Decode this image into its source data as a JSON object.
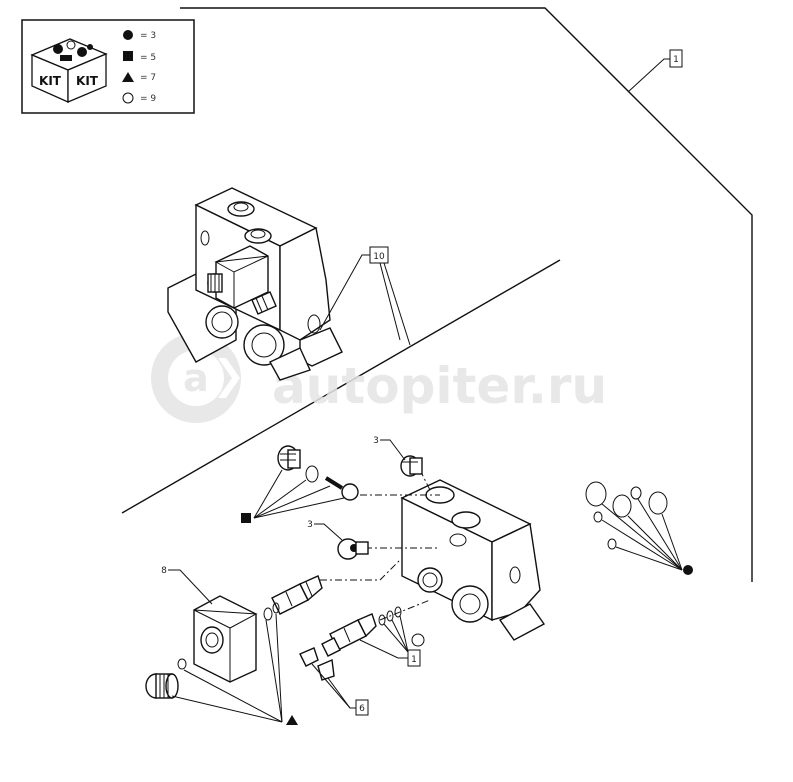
{
  "legend": {
    "kit_text_left": "KIT",
    "kit_text_right": "KIT",
    "items": [
      {
        "symbol": "filled-circle",
        "value": "= 3"
      },
      {
        "symbol": "filled-square",
        "value": "= 5"
      },
      {
        "symbol": "filled-triangle",
        "value": "= 7"
      },
      {
        "symbol": "open-circle",
        "value": "= 9"
      }
    ]
  },
  "callouts": {
    "assembly": "1",
    "mounting": "10",
    "plug_top": "3",
    "plug_mid": "3",
    "solenoid": "8",
    "cartridge": "1",
    "clip": "6"
  },
  "watermark": "autopiter.ru"
}
